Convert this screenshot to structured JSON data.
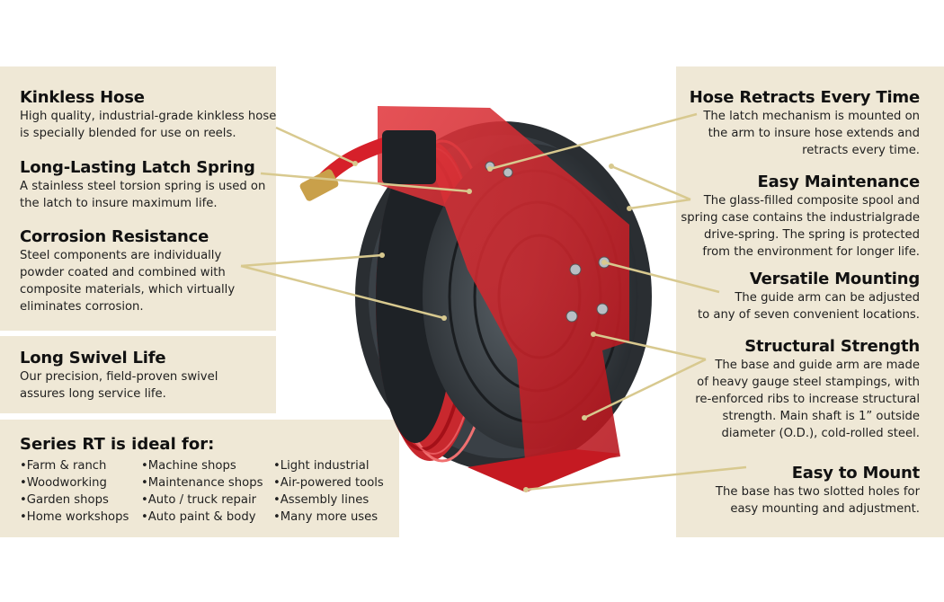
{
  "left_features": [
    {
      "title": "Kinkless Hose",
      "lines": [
        "High quality, industrial-grade kinkless hose",
        "is specially blended for use on reels."
      ]
    },
    {
      "title": "Long-Lasting Latch Spring",
      "lines": [
        "A stainless steel torsion spring is used on",
        "the latch to insure maximum life."
      ]
    },
    {
      "title": "Corrosion Resistance",
      "lines": [
        "Steel components are individually",
        "powder coated and combined with",
        "composite materials, which virtually",
        "eliminates corrosion."
      ]
    },
    {
      "title": "Long Swivel Life",
      "lines": [
        "Our precision, field-proven swivel",
        "assures long service life."
      ]
    }
  ],
  "right_features": [
    {
      "title": "Hose Retracts Every Time",
      "lines": [
        "The latch mechanism is mounted on",
        "the arm to insure hose extends and",
        "retracts every time."
      ]
    },
    {
      "title": "Easy Maintenance",
      "lines": [
        "The glass-filled composite spool and",
        "spring case contains the industrialgrade",
        "drive-spring. The spring is protected",
        "from the environment for longer life."
      ]
    },
    {
      "title": "Versatile Mounting",
      "lines": [
        "The guide arm can be adjusted",
        "to any of seven convenient locations."
      ]
    },
    {
      "title": "Structural Strength",
      "lines": [
        "The base and guide arm are made",
        "of heavy gauge steel stampings, with",
        "re-enforced ribs to increase structural",
        "strength. Main shaft is 1” outside",
        "diameter (O.D.), cold-rolled steel."
      ]
    },
    {
      "title": "Easy to Mount",
      "lines": [
        "The base has two slotted holes for",
        "easy mounting and adjustment."
      ]
    }
  ],
  "ideal_for": {
    "title": "Series RT is ideal for:",
    "col1": [
      "Farm & ranch",
      "Woodworking",
      "Garden shops",
      "Home workshops"
    ],
    "col2": [
      "Machine shops",
      "Maintenance shops",
      "Auto / truck repair",
      "Auto paint & body"
    ],
    "col3": [
      "Light industrial",
      "Air-powered tools",
      "Assembly lines",
      "Many more uses"
    ]
  },
  "colors": {
    "panel": "#efe8d6",
    "reel_red": "#d6202a",
    "leader_line": "#d8c98f",
    "spool_dark": "#2e3338"
  },
  "illustration": {
    "subject": "hose-reel-illustration"
  }
}
